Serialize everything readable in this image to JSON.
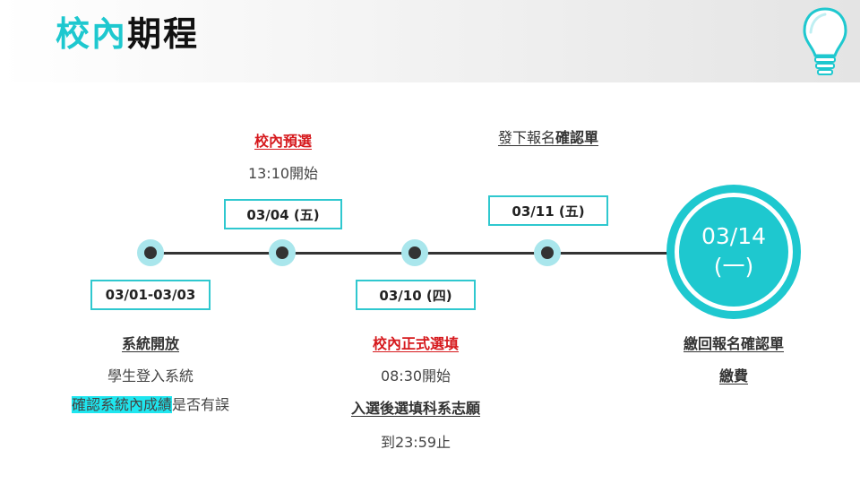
{
  "header": {
    "title_accent": "校內",
    "title_rest": "期程"
  },
  "icons": {
    "logo": "lightbulb-icon"
  },
  "colors": {
    "accent": "#1ec8cf",
    "node_glow": "#a9e6ec",
    "red": "#d6191d",
    "highlight": "#1ee6ef"
  },
  "dates": {
    "d1": "03/01-03/03",
    "d2": "03/04 (五)",
    "d3": "03/10 (四)",
    "d4": "03/11 (五)",
    "final_line1": "03/14",
    "final_line2": "(一)"
  },
  "events": {
    "open": {
      "title": "系統開放",
      "line1": "學生登入系統",
      "line2_highlight": "確認系統內成績",
      "line2_rest": "是否有誤"
    },
    "pre": {
      "title": "校內預選",
      "time": "13:10開始"
    },
    "formal": {
      "title": "校內正式選填",
      "time": "08:30開始",
      "line2": "入選後選填科系志願",
      "line3": "到23:59止"
    },
    "issue": {
      "title_part1": "發下報名",
      "title_part2": "確認單"
    },
    "return": {
      "line1": "繳回報名確認單",
      "line2": "繳費"
    }
  }
}
